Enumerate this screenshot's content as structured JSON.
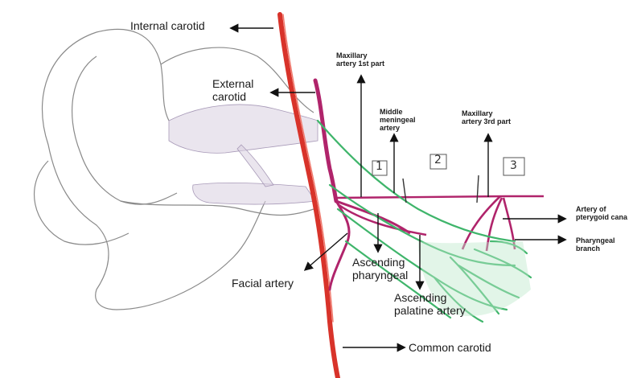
{
  "labels": {
    "internal_carotid": "Internal carotid",
    "external_carotid_line1": "External",
    "external_carotid_line2": "carotid",
    "maxillary_1st_line1": "Maxillary",
    "maxillary_1st_line2": "artery 1st part",
    "middle_meningeal_line1": "Middle",
    "middle_meningeal_line2": "meningeal",
    "middle_meningeal_line3": "artery",
    "maxillary_3rd_line1": "Maxillary",
    "maxillary_3rd_line2": "artery 3rd part",
    "pterygoid_canal_line1": "Artery of",
    "pterygoid_canal_line2": "pterygoid cana",
    "pharyngeal_branch_line1": "Pharyngeal",
    "pharyngeal_branch_line2": "branch",
    "facial_artery": "Facial artery",
    "ascending_pharyngeal_line1": "Ascending",
    "ascending_pharyngeal_line2": "pharyngeal",
    "ascending_palatine_line1": "Ascending",
    "ascending_palatine_line2": "palatine artery",
    "common_carotid": "Common carotid"
  },
  "part_numbers": [
    "1",
    "2",
    "3"
  ],
  "colors": {
    "carotid": "#d8332a",
    "maxillary": "#b0246b",
    "branches": "#3fb56b",
    "skull_outline": "#8a8a8a",
    "skull_shade": "#d8cfe0",
    "arrow": "#111111"
  }
}
